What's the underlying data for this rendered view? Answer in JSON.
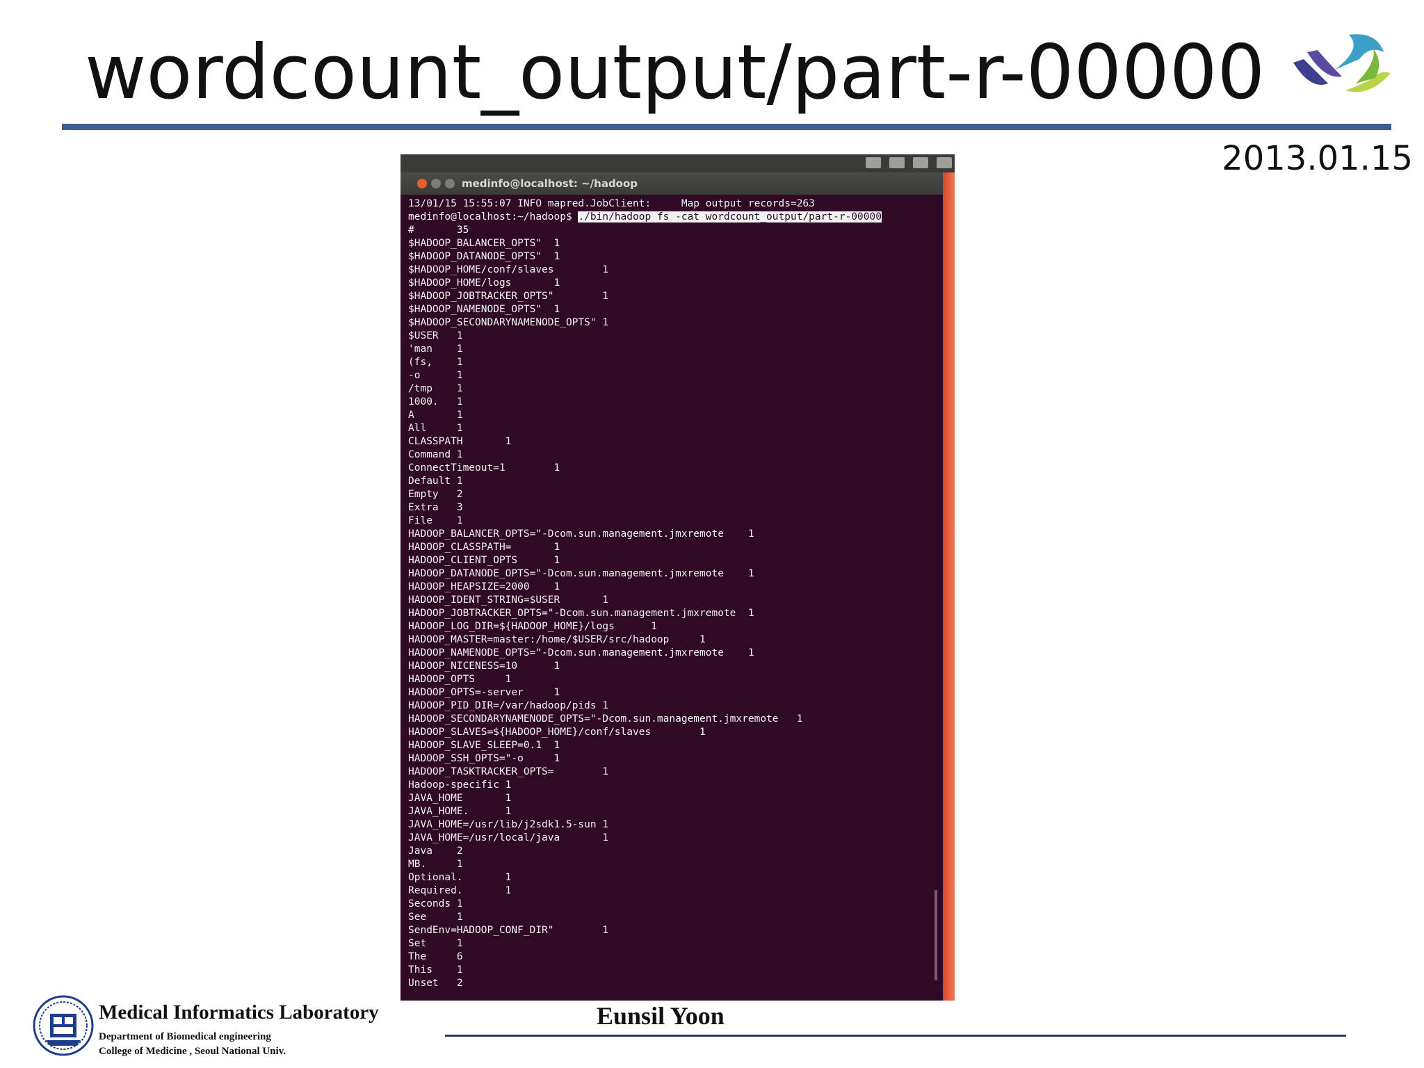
{
  "slide": {
    "title": "wordcount_output/part-r-00000",
    "date": "2013.01.15"
  },
  "terminal": {
    "window_title": "medinfo@localhost: ~/hadoop",
    "prompt": "medinfo@localhost:~/hadoop$ ",
    "command": "./bin/hadoop fs -cat wordcount_output/part-r-00000",
    "log_line": "13/01/15 15:55:07 INFO mapred.JobClient:     Map output records=263",
    "output_lines": [
      "#       35",
      "$HADOOP_BALANCER_OPTS\"  1",
      "$HADOOP_DATANODE_OPTS\"  1",
      "$HADOOP_HOME/conf/slaves        1",
      "$HADOOP_HOME/logs       1",
      "$HADOOP_JOBTRACKER_OPTS\"        1",
      "$HADOOP_NAMENODE_OPTS\"  1",
      "$HADOOP_SECONDARYNAMENODE_OPTS\" 1",
      "$USER   1",
      "'man    1",
      "(fs,    1",
      "-o      1",
      "/tmp    1",
      "1000.   1",
      "A       1",
      "All     1",
      "CLASSPATH       1",
      "Command 1",
      "ConnectTimeout=1        1",
      "Default 1",
      "Empty   2",
      "Extra   3",
      "File    1",
      "HADOOP_BALANCER_OPTS=\"-Dcom.sun.management.jmxremote    1",
      "HADOOP_CLASSPATH=       1",
      "HADOOP_CLIENT_OPTS      1",
      "HADOOP_DATANODE_OPTS=\"-Dcom.sun.management.jmxremote    1",
      "HADOOP_HEAPSIZE=2000    1",
      "HADOOP_IDENT_STRING=$USER       1",
      "HADOOP_JOBTRACKER_OPTS=\"-Dcom.sun.management.jmxremote  1",
      "HADOOP_LOG_DIR=${HADOOP_HOME}/logs      1",
      "HADOOP_MASTER=master:/home/$USER/src/hadoop     1",
      "HADOOP_NAMENODE_OPTS=\"-Dcom.sun.management.jmxremote    1",
      "HADOOP_NICENESS=10      1",
      "HADOOP_OPTS     1",
      "HADOOP_OPTS=-server     1",
      "HADOOP_PID_DIR=/var/hadoop/pids 1",
      "HADOOP_SECONDARYNAMENODE_OPTS=\"-Dcom.sun.management.jmxremote   1",
      "HADOOP_SLAVES=${HADOOP_HOME}/conf/slaves        1",
      "HADOOP_SLAVE_SLEEP=0.1  1",
      "HADOOP_SSH_OPTS=\"-o     1",
      "HADOOP_TASKTRACKER_OPTS=        1",
      "Hadoop-specific 1",
      "JAVA_HOME       1",
      "JAVA_HOME.      1",
      "JAVA_HOME=/usr/lib/j2sdk1.5-sun 1",
      "JAVA_HOME=/usr/local/java       1",
      "Java    2",
      "MB.     1",
      "Optional.       1",
      "Required.       1",
      "Seconds 1",
      "See     1",
      "SendEnv=HADOOP_CONF_DIR\"        1",
      "Set     1",
      "The     6",
      "This    1",
      "Unset   2"
    ]
  },
  "footer": {
    "lab_name": "Medical  Informatics Laboratory",
    "department": "Department of Biomedical engineering",
    "college": "College of Medicine , Seoul  National  Univ.",
    "presenter": "Eunsil Yoon"
  },
  "colors": {
    "title_rule": "#3d5f8f",
    "terminal_bg": "#300a24",
    "terminal_text": "#f2f2f2",
    "footer_rule": "#1a3a7a"
  },
  "icons": {
    "logo": "lab-logo-icon",
    "seal": "university-seal-icon"
  }
}
